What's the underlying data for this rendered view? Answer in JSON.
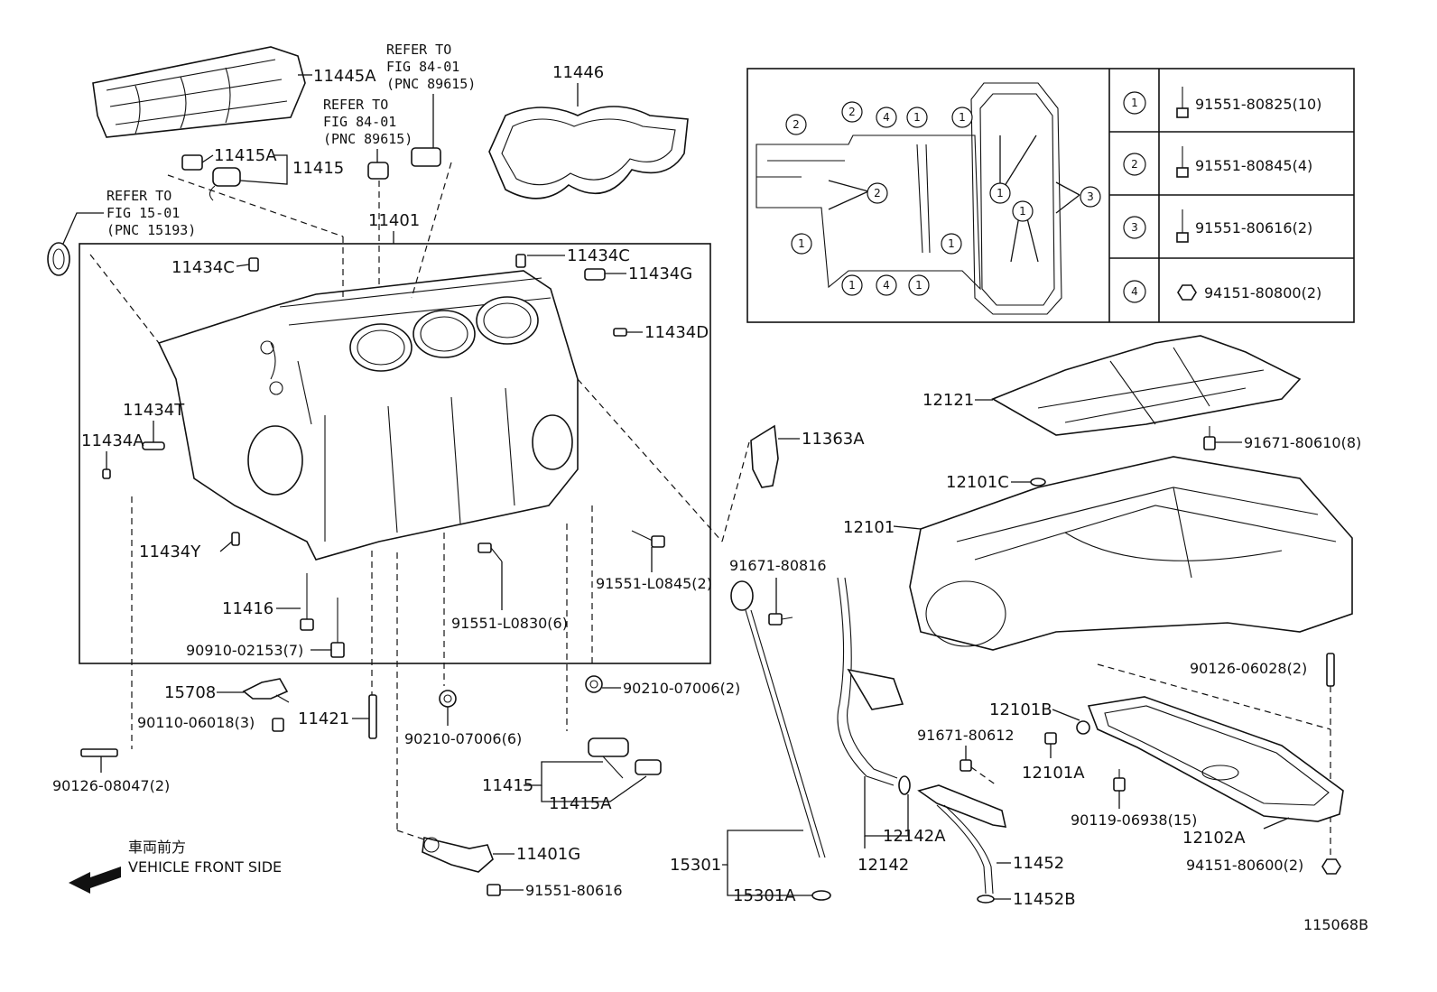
{
  "labels": {
    "p11445A": "11445A",
    "p11415A_top": "11415A",
    "p11415_top": "11415",
    "refer1_l1": "REFER TO",
    "refer1_l2": "FIG 84-01",
    "refer1_l3": "(PNC 89615)",
    "refer2_l1": "REFER TO",
    "refer2_l2": "FIG 84-01",
    "refer2_l3": "(PNC 89615)",
    "refer3_l1": "REFER TO",
    "refer3_l2": "FIG 15-01",
    "refer3_l3": "(PNC 15193)",
    "p11446": "11446",
    "p11401": "11401",
    "p11434C_left": "11434C",
    "p11434C_right": "11434C",
    "p11434G": "11434G",
    "p11434D": "11434D",
    "p11434T": "11434T",
    "p11434A": "11434A",
    "p11434Y": "11434Y",
    "p11416": "11416",
    "p90910": "90910-02153(7)",
    "p91551_L0830": "91551-L0830(6)",
    "p91551_L0845": "91551-L0845(2)",
    "p15708": "15708",
    "p90110": "90110-06018(3)",
    "p11421": "11421",
    "p90126_08047": "90126-08047(2)",
    "p90210_mid": "90210-07006(6)",
    "p90210_right": "90210-07006(2)",
    "p11415_bot": "11415",
    "p11415A_bot": "11415A",
    "p11401G": "11401G",
    "p91551_80616_bot": "91551-80616",
    "front_jp": "車両前方",
    "front_en": "VEHICLE FRONT SIDE",
    "p11363A": "11363A",
    "p91671_80816": "91671-80816",
    "p15301": "15301",
    "p15301A": "15301A",
    "p12142": "12142",
    "p12142A": "12142A",
    "p11452": "11452",
    "p11452B": "11452B",
    "p91671_80612": "91671-80612",
    "p12101B": "12101B",
    "p12101A": "12101A",
    "p12121": "12121",
    "p91671_80610": "91671-80610(8)",
    "p12101C": "12101C",
    "p12101": "12101",
    "p90126_06028": "90126-06028(2)",
    "p90119": "90119-06938(15)",
    "p12102A": "12102A",
    "p94151_80600": "94151-80600(2)",
    "figure_code": "115068B"
  },
  "legend": {
    "rows": [
      {
        "num": "1",
        "part": "91551-80825(10)"
      },
      {
        "num": "2",
        "part": "91551-80845(4)"
      },
      {
        "num": "3",
        "part": "91551-80616(2)"
      },
      {
        "num": "4",
        "part": "94151-80800(2)"
      }
    ]
  },
  "callouts": [
    "1",
    "2",
    "3",
    "4"
  ]
}
